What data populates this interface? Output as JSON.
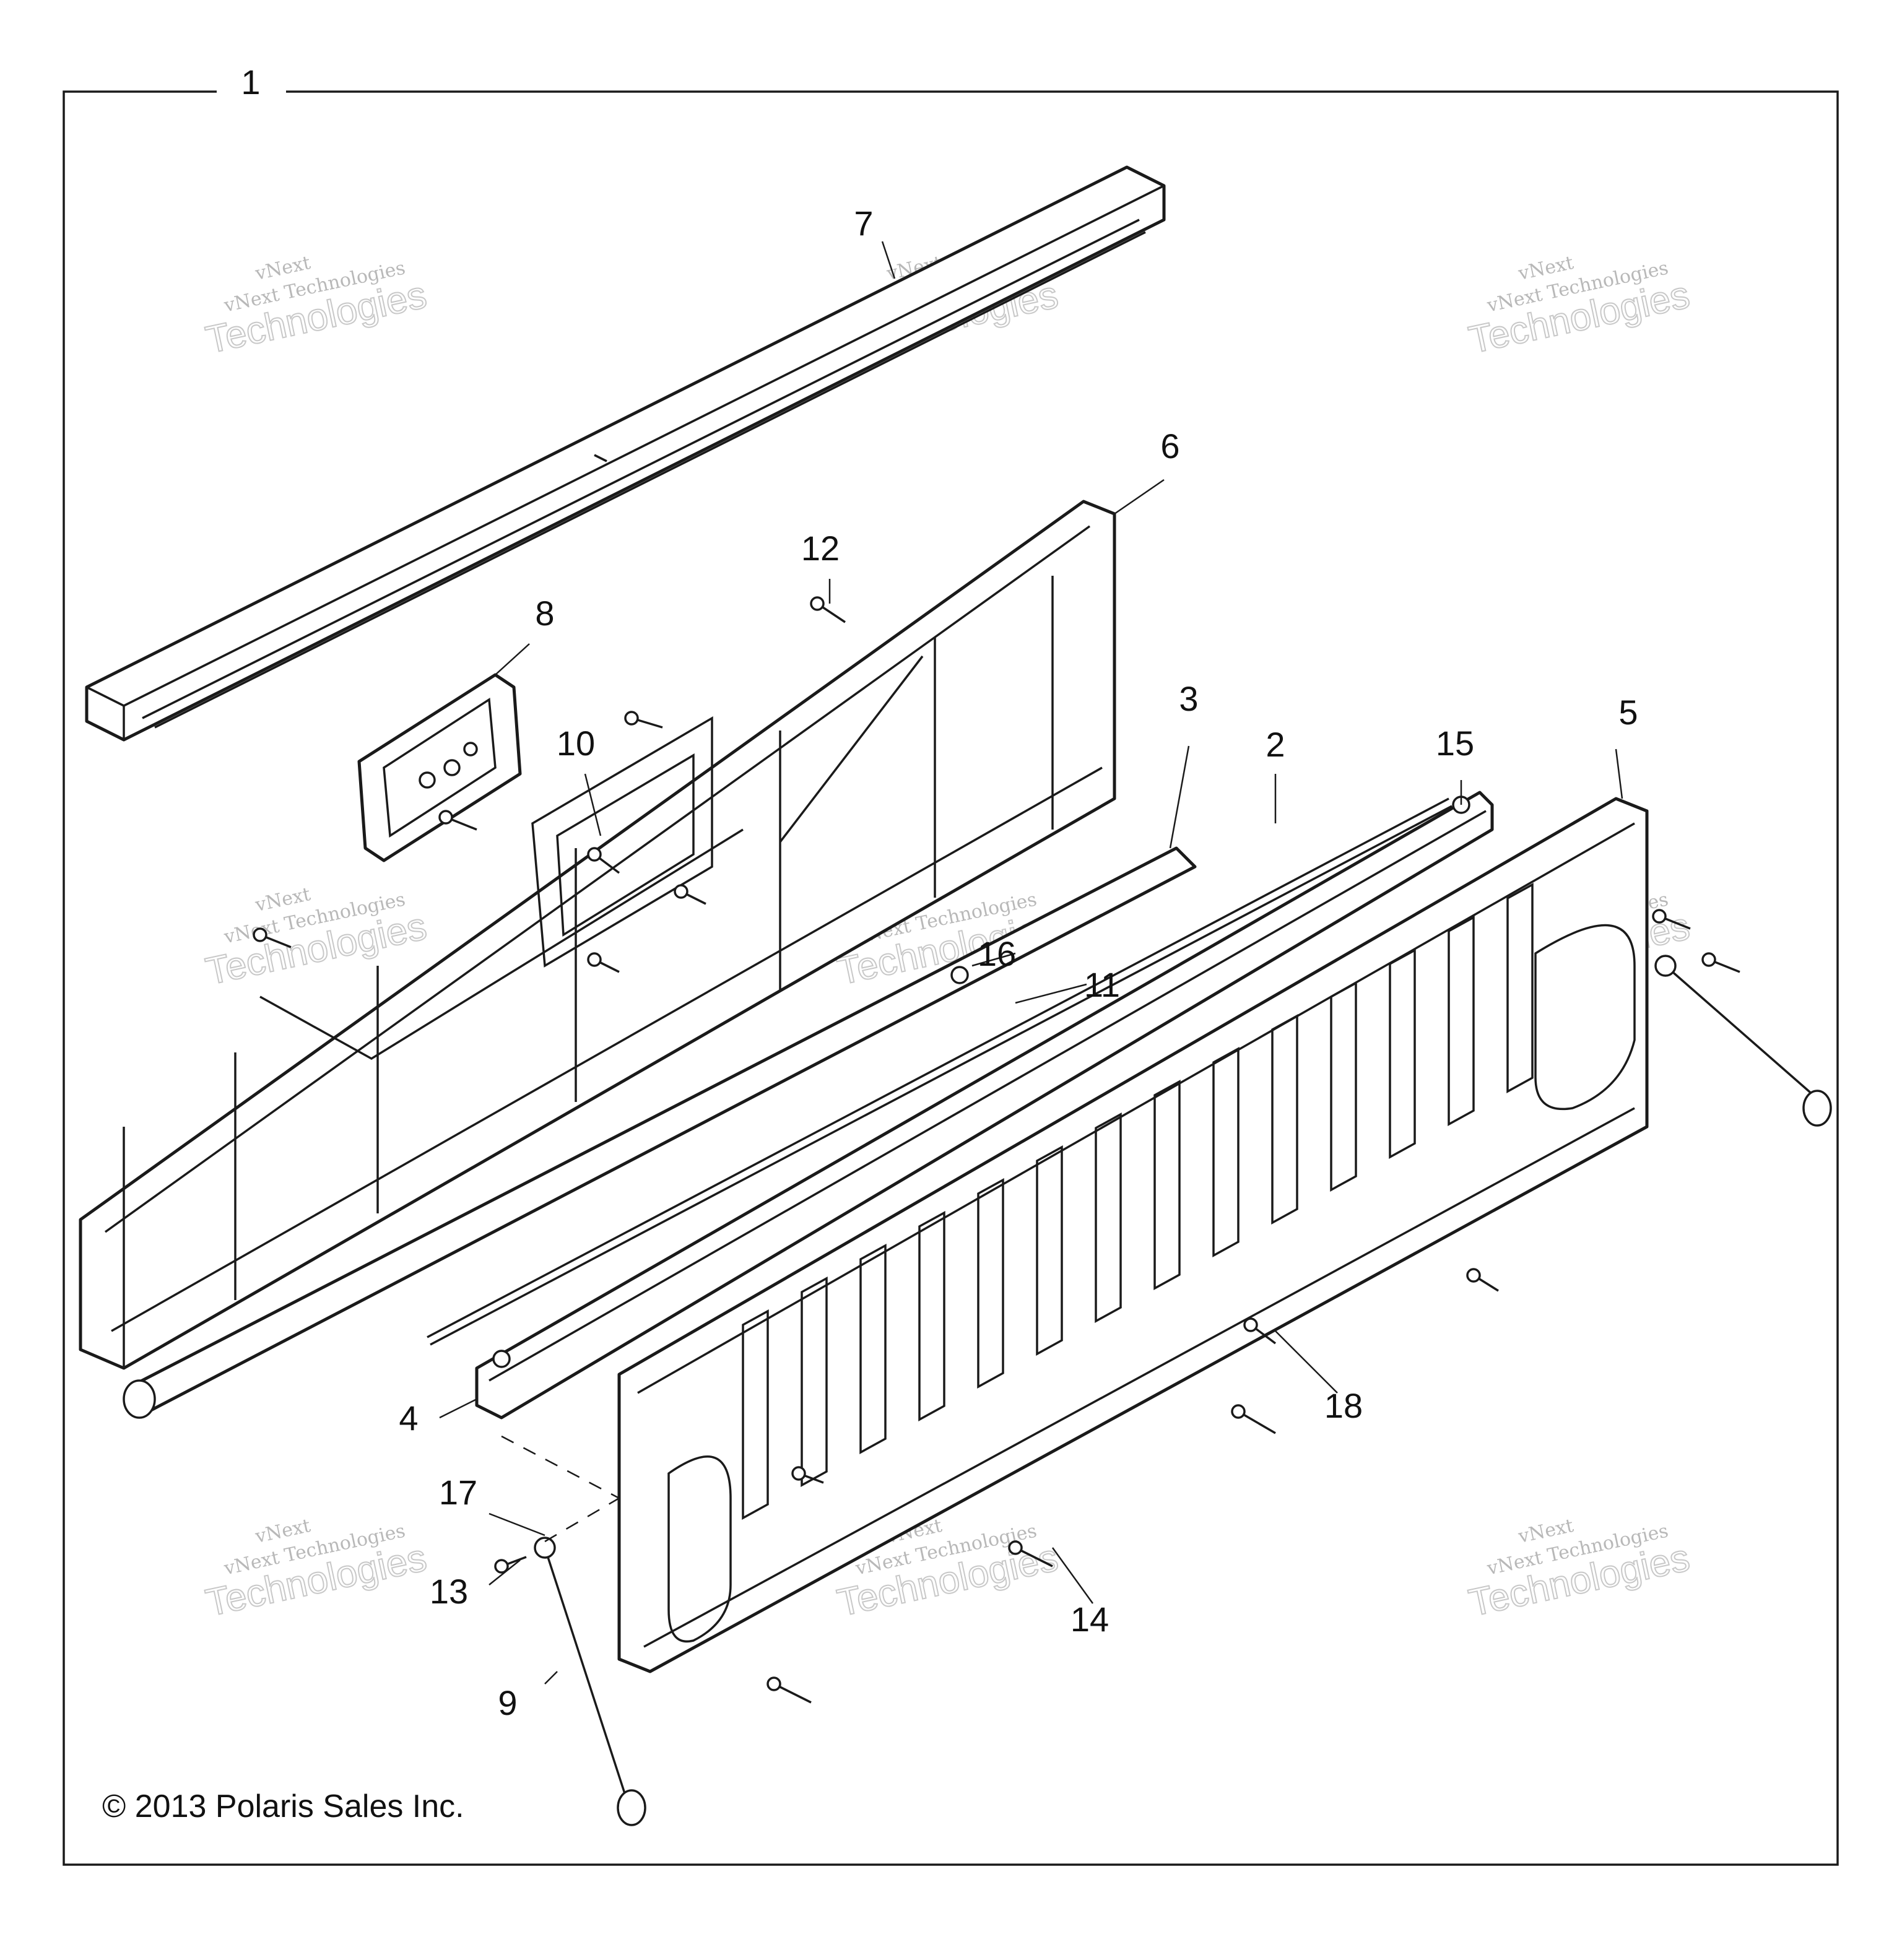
{
  "callouts": [
    {
      "id": "1",
      "label": "1"
    },
    {
      "id": "2",
      "label": "2"
    },
    {
      "id": "3",
      "label": "3"
    },
    {
      "id": "4",
      "label": "4"
    },
    {
      "id": "5",
      "label": "5"
    },
    {
      "id": "6",
      "label": "6"
    },
    {
      "id": "7",
      "label": "7"
    },
    {
      "id": "8",
      "label": "8"
    },
    {
      "id": "9",
      "label": "9"
    },
    {
      "id": "10",
      "label": "10"
    },
    {
      "id": "11",
      "label": "11"
    },
    {
      "id": "12",
      "label": "12"
    },
    {
      "id": "13",
      "label": "13"
    },
    {
      "id": "14",
      "label": "14"
    },
    {
      "id": "15",
      "label": "15"
    },
    {
      "id": "16",
      "label": "16"
    },
    {
      "id": "17",
      "label": "17"
    },
    {
      "id": "18",
      "label": "18"
    }
  ],
  "copyright": "© 2013 Polaris Sales Inc.",
  "watermark": {
    "line1": "vNext",
    "line2": "vNext Technologies",
    "line3": "Technologies"
  }
}
